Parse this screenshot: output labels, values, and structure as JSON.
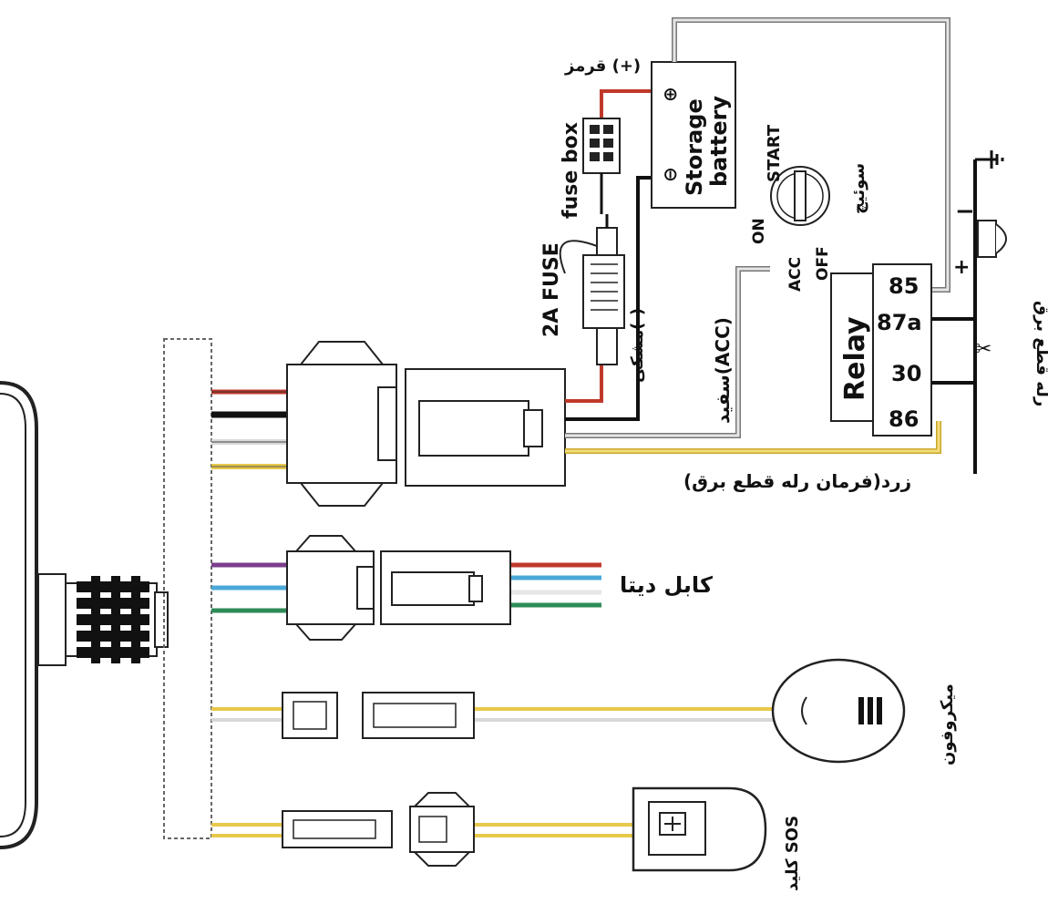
{
  "labels": {
    "red_wire_fa": "قرمز (+)",
    "fuse_box": "fuse box",
    "storage_battery_line1": "Storage",
    "storage_battery_line2": "battery",
    "plus_sign": "⊕",
    "minus_sign": "⊖",
    "start": "START",
    "switch_fa": "سوئیچ",
    "fuse_2a": "2A FUSE",
    "black_wire_fa": "مشکی(-)",
    "white_acc_fa": "سفید(ACC)",
    "on": "ON",
    "acc": "ACC",
    "off": "OFF",
    "relay": "Relay",
    "relay_85": "85",
    "relay_87a": "87a",
    "relay_30": "30",
    "relay_86": "86",
    "relay_cut_fa": "رله قطع برق",
    "ground_minus": "−",
    "ground_plus": "+",
    "yellow_wire_fa": "زرد(فرمان رله قطع برق)",
    "data_cable_fa": "کابل دیتا",
    "microphone_fa": "میکروفون",
    "sos_key_fa": "کلید SOS"
  },
  "colors": {
    "wire_red": "#c0392b",
    "wire_black": "#111111",
    "wire_yellow": "#e8c84a",
    "wire_white": "#d8d8d8",
    "wire_purple": "#7b3f8c",
    "wire_blue": "#4aa8d8",
    "wire_green": "#2e8b57",
    "outline": "#222222"
  }
}
